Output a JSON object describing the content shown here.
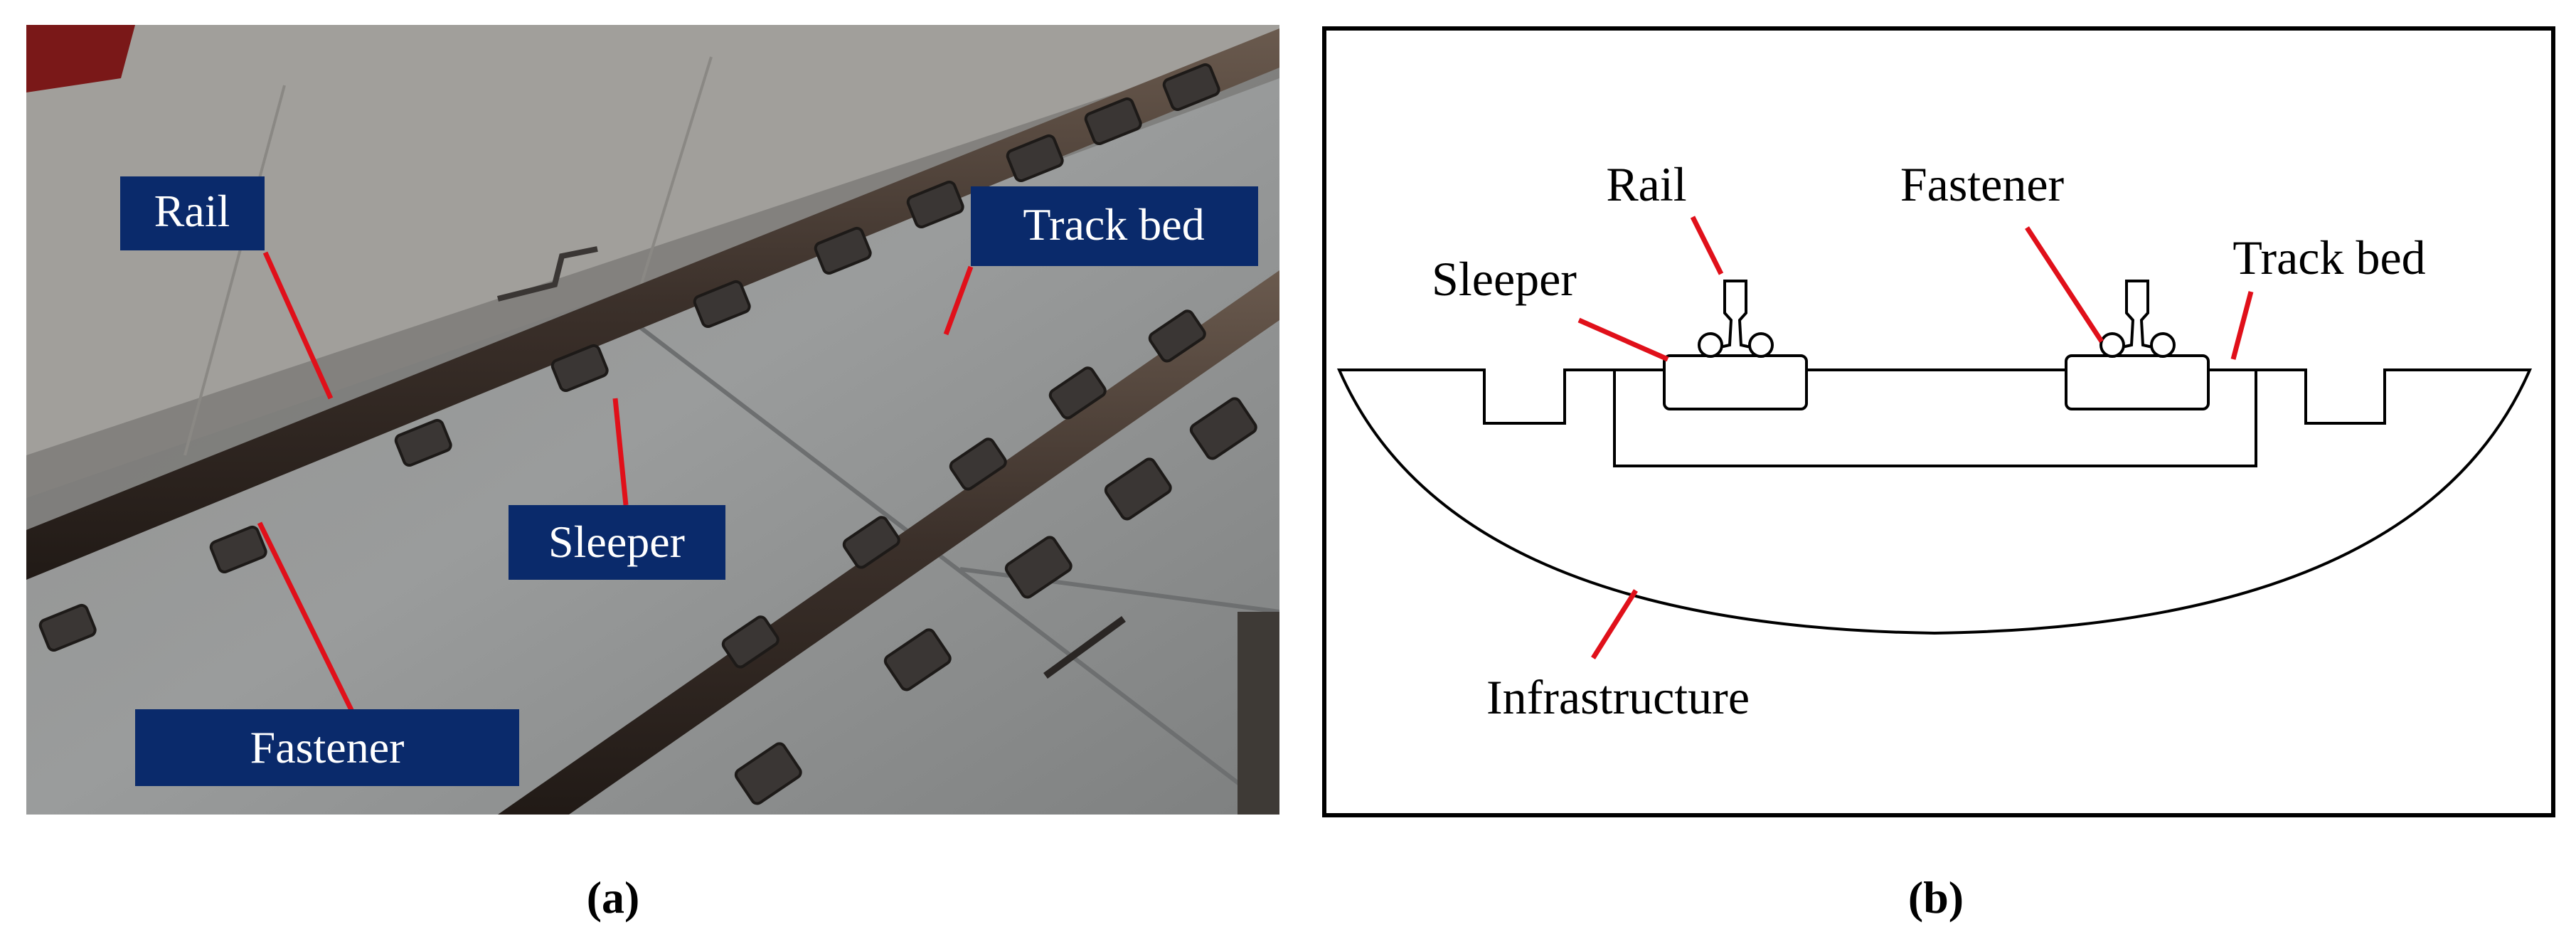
{
  "panel_a": {
    "caption": "(a)",
    "labels": {
      "rail": "Rail",
      "track_bed": "Track bed",
      "sleeper": "Sleeper",
      "fastener": "Fastener"
    }
  },
  "panel_b": {
    "caption": "(b)",
    "labels": {
      "rail": "Rail",
      "fastener": "Fastener",
      "sleeper": "Sleeper",
      "track_bed": "Track bed",
      "infrastructure": "Infrastructure"
    }
  },
  "colors": {
    "label_box": "#0a2a6b",
    "leader_line": "#e0101a",
    "concrete": "#8b8d8e",
    "rail_steel": "#3b302a",
    "outline": "#000000"
  }
}
